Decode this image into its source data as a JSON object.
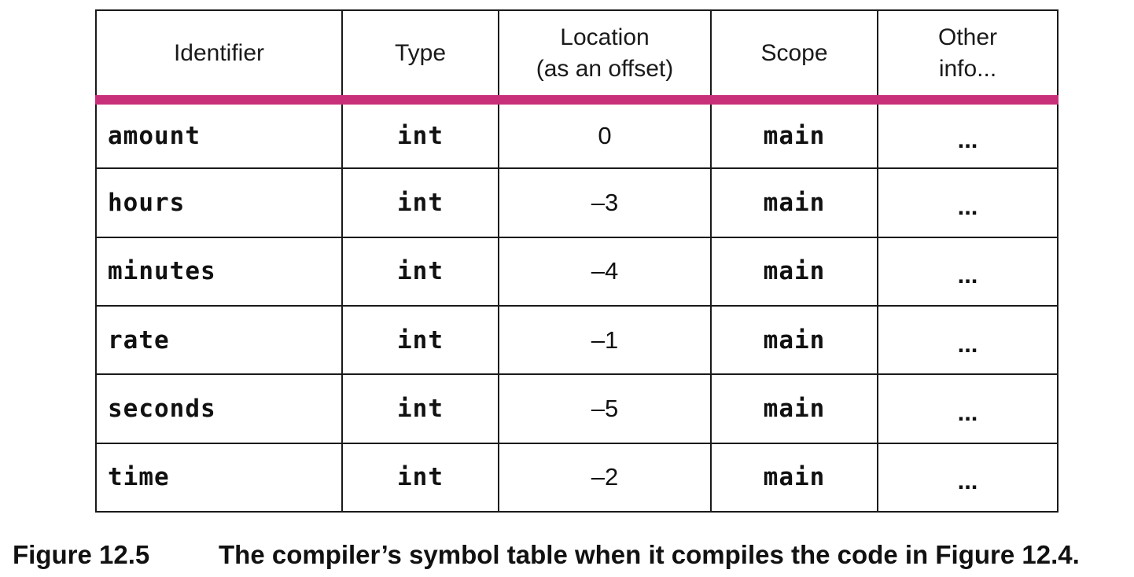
{
  "table": {
    "headers": [
      "Identifier",
      "Type",
      "Location\n(as an offset)",
      "Scope",
      "Other\ninfo..."
    ],
    "rows": [
      [
        "amount",
        "int",
        "0",
        "main",
        "..."
      ],
      [
        "hours",
        "int",
        "–3",
        "main",
        "..."
      ],
      [
        "minutes",
        "int",
        "–4",
        "main",
        "..."
      ],
      [
        "rate",
        "int",
        "–1",
        "main",
        "..."
      ],
      [
        "seconds",
        "int",
        "–5",
        "main",
        "..."
      ],
      [
        "time",
        "int",
        "–2",
        "main",
        "..."
      ]
    ],
    "header_divider_color": "#c8307a"
  },
  "caption": {
    "label": "Figure 12.5",
    "text": "The compiler’s symbol table when it compiles the code in Figure 12.4."
  }
}
